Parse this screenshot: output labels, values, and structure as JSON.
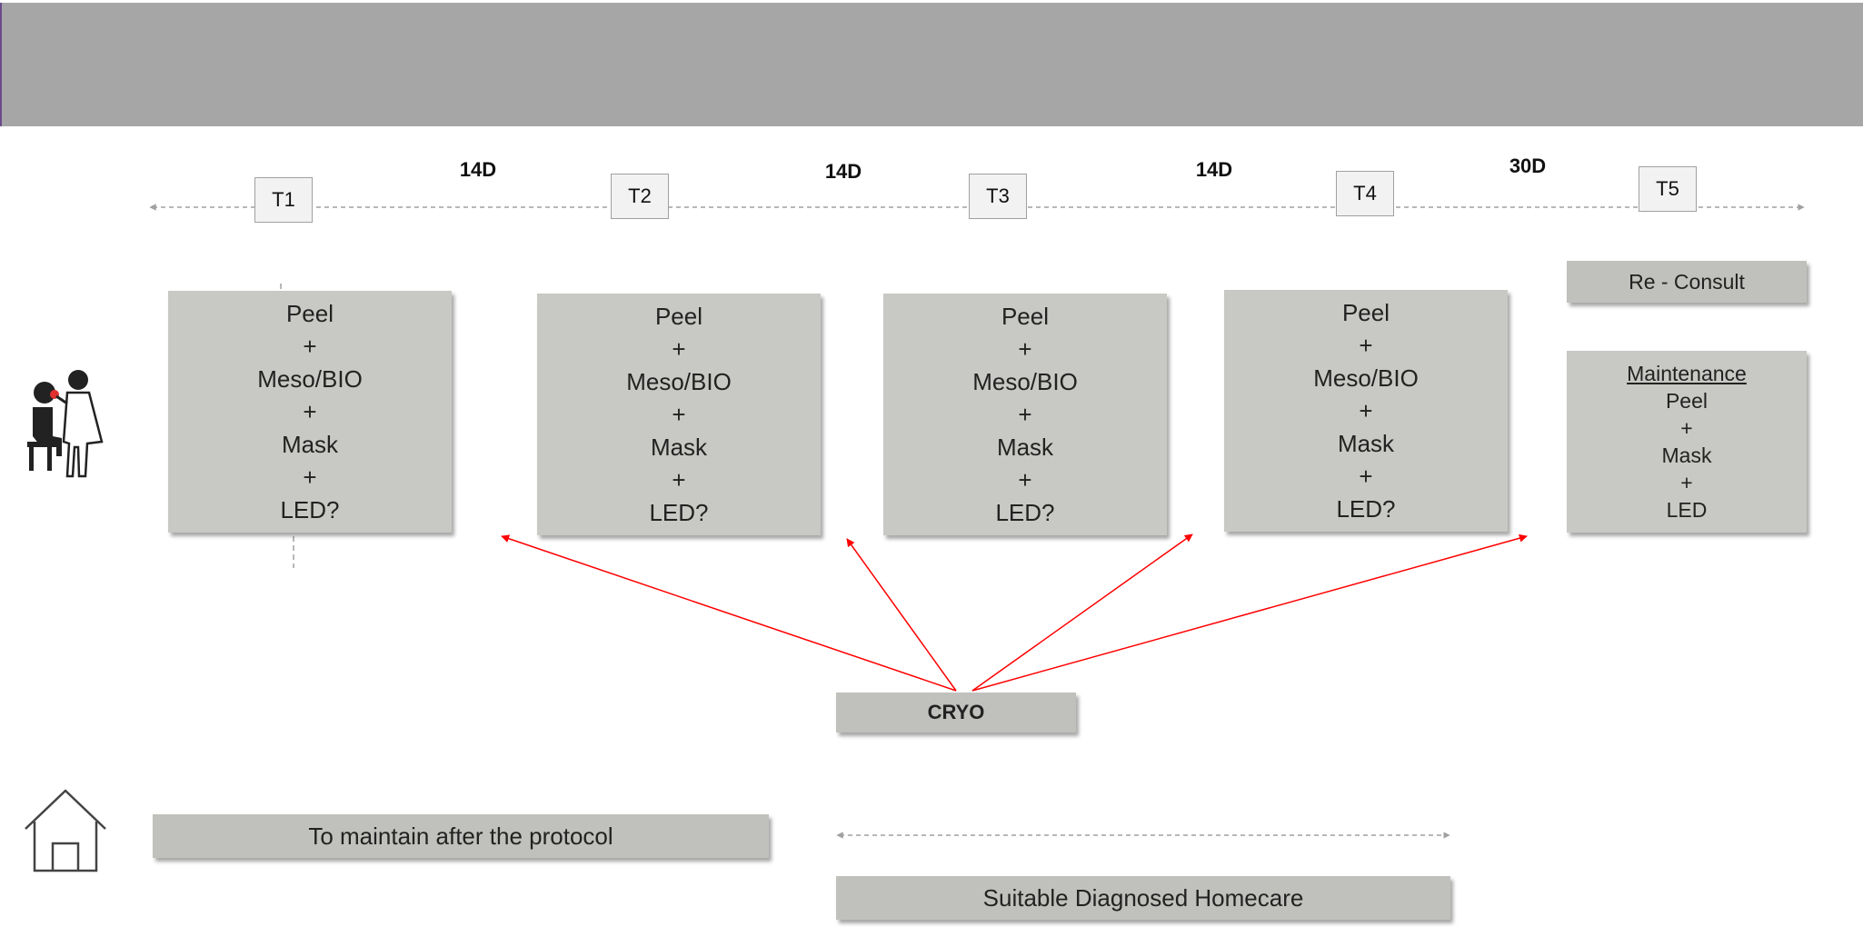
{
  "timeline": {
    "points": [
      "T1",
      "T2",
      "T3",
      "T4",
      "T5"
    ],
    "intervals": [
      "14D",
      "14D",
      "14D",
      "30D"
    ]
  },
  "treatment_steps": [
    "Peel",
    "+",
    "Meso/BIO",
    "+",
    "Mask",
    "+",
    "LED?"
  ],
  "reconsult_label": "Re - Consult",
  "maintenance": {
    "heading": "Maintenance",
    "steps": [
      "Peel",
      "+",
      "Mask",
      "+",
      "LED"
    ]
  },
  "cryo_label": "CRYO",
  "home": {
    "maintain_label": "To maintain after the protocol",
    "homecare_label": "Suitable Diagnosed Homecare"
  },
  "icons": {
    "clinic": "doctor-patient-icon",
    "home": "house-icon"
  },
  "colors": {
    "header": "#a6a6a6",
    "box": "#c8c8c4",
    "arrow": "#ff0000",
    "timeline": "#a0a0a0"
  }
}
